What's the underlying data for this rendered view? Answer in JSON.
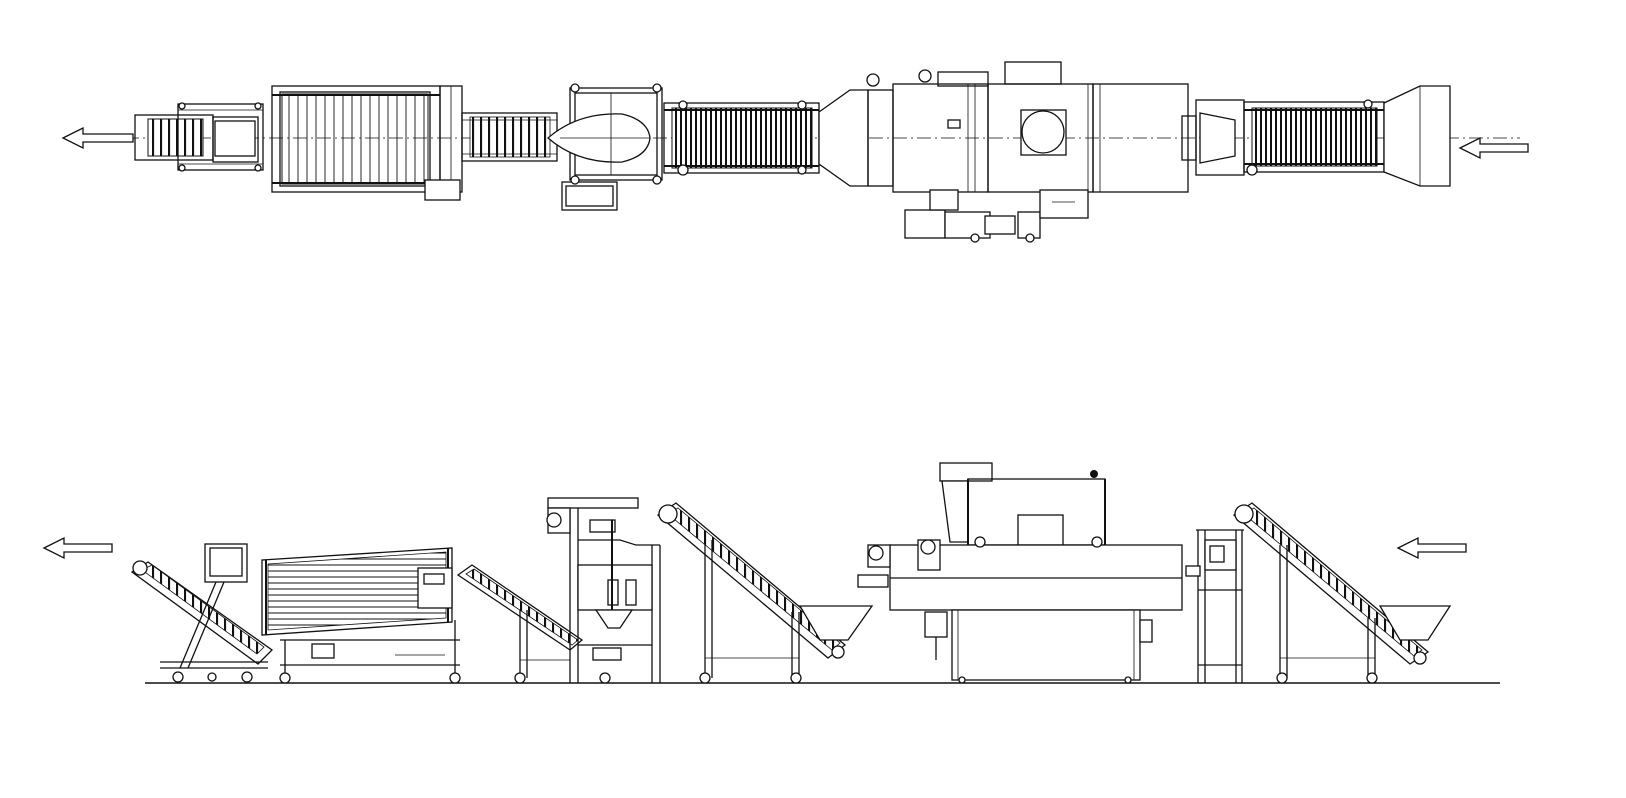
{
  "drawing": {
    "views": [
      "plan-view",
      "side-elevation-view"
    ],
    "line_color": "#111111",
    "background": "#ffffff",
    "flow_direction": "right-to-left"
  },
  "icons": {
    "outlet_arrow": "arrow-left-icon",
    "inlet_arrow": "arrow-left-icon"
  }
}
